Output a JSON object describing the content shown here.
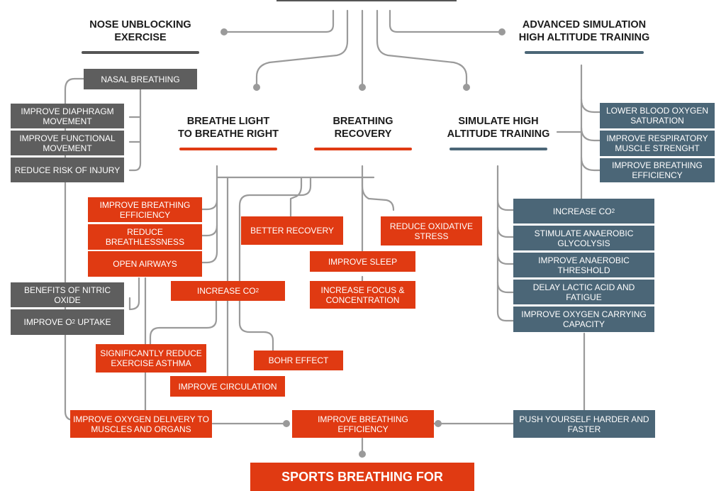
{
  "colors": {
    "gray": "#5e5e5e",
    "red": "#e03a12",
    "blue": "#4b6677",
    "line": "#9a9a9a"
  },
  "headings": {
    "nose": [
      "NOSE UNBLOCKING",
      "EXERCISE"
    ],
    "advanced": [
      "ADVANCED SIMULATION",
      "HIGH ALTITUDE TRAINING"
    ],
    "light": [
      "BREATHE LIGHT",
      "TO BREATHE RIGHT"
    ],
    "recovery": [
      "BREATHING",
      "RECOVERY"
    ],
    "altitude": [
      "SIMULATE HIGH",
      "ALTITUDE TRAINING"
    ]
  },
  "nose_branch": {
    "nasal": "NASAL BREATHING",
    "items": [
      "IMPROVE  DIAPHRAGM MOVEMENT",
      "IMPROVE FUNCTIONAL MOVEMENT",
      "REDUCE RISK OF INJURY"
    ],
    "nitric": "BENEFITS OF NITRIC OXIDE",
    "o2_pre": "IMPROVE O",
    "o2_sub": "2",
    "o2_post": " UPTAKE"
  },
  "advanced_items": [
    "LOWER BLOOD OXYGEN SATURATION",
    "IMPROVE RESPIRATORY MUSCLE STRENGHT",
    "IMPROVE BREATHING EFFICIENCY"
  ],
  "light_branch": {
    "items": [
      "IMPROVE BREATHING EFFICIENCY",
      "REDUCE BREATHLESSNESS",
      "OPEN AIRWAYS"
    ],
    "co2_pre": "INCREASE CO",
    "co2_sub": "2",
    "asthma": "SIGNIFICANTLY REDUCE EXERCISE ASTHMA",
    "bohr": "BOHR EFFECT",
    "circulation": "IMPROVE CIRCULATION"
  },
  "recovery_branch": {
    "better": "BETTER RECOVERY",
    "oxidative": "REDUCE OXIDATIVE STRESS",
    "sleep": "IMPROVE SLEEP",
    "focus": "INCREASE FOCUS & CONCENTRATION"
  },
  "altitude_branch": {
    "co2_pre": "INCREASE CO",
    "co2_sub": "2",
    "items": [
      "STIMULATE ANAEROBIC GLYCOLYSIS",
      "IMPROVE ANAEROBIC THRESHOLD",
      "DELAY LACTIC ACID AND FATIGUE",
      "IMPROVE OXYGEN CARRYING CAPACITY"
    ]
  },
  "bottom": {
    "delivery": "IMPROVE OXYGEN DELIVERY TO MUSCLES AND ORGANS",
    "efficiency": "IMPROVE BREATHING EFFICIENCY",
    "harder": "PUSH YOURSELF HARDER AND FASTER",
    "title": "SPORTS BREATHING FOR"
  }
}
